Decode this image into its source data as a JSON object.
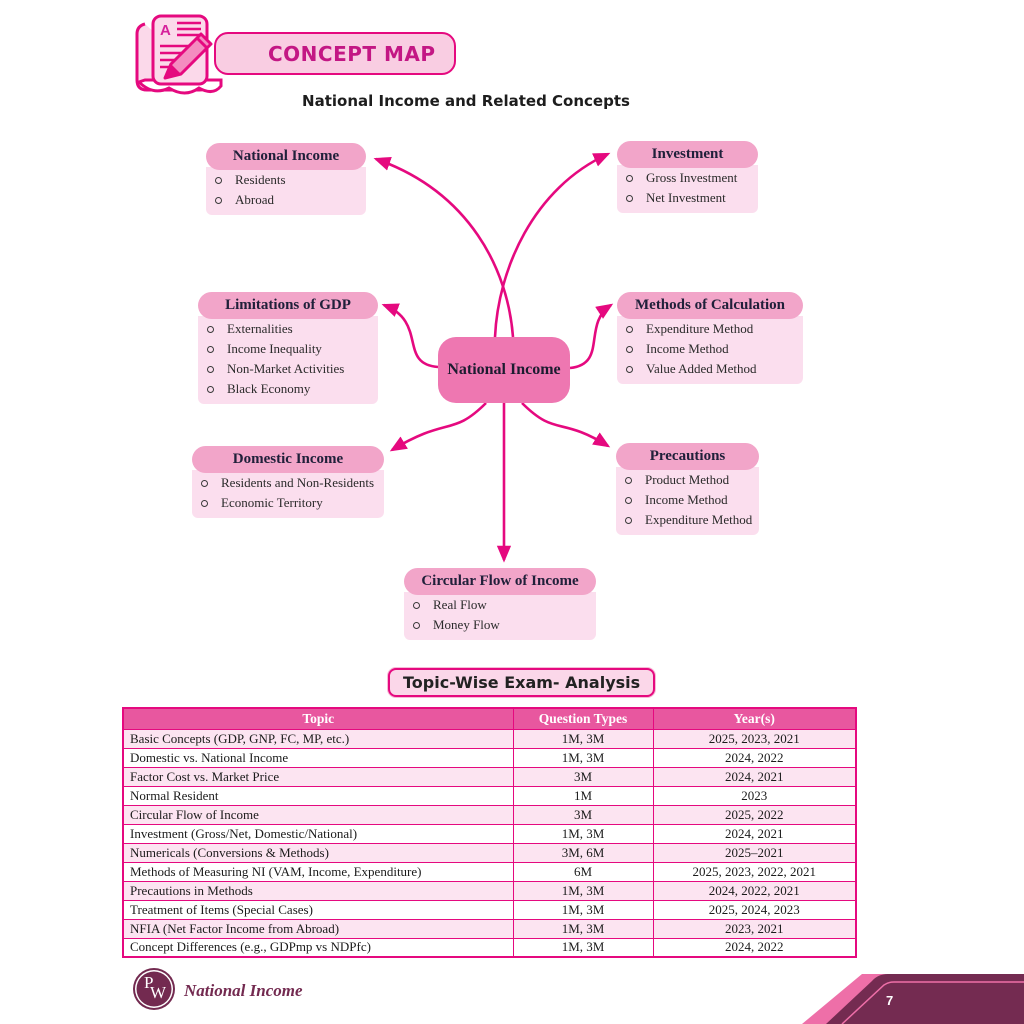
{
  "header": {
    "badge": "CONCEPT MAP",
    "subtitle": "National Income and Related Concepts"
  },
  "map": {
    "center": "National Income",
    "nodes": [
      {
        "title": "National Income",
        "items": [
          "Residents",
          "Abroad"
        ]
      },
      {
        "title": "Investment",
        "items": [
          "Gross Investment",
          "Net Investment"
        ]
      },
      {
        "title": "Limitations of GDP",
        "items": [
          "Externalities",
          "Income Inequality",
          "Non-Market Activities",
          "Black Economy"
        ]
      },
      {
        "title": "Methods of Calculation",
        "items": [
          "Expenditure Method",
          "Income Method",
          "Value Added Method"
        ]
      },
      {
        "title": "Domestic Income",
        "items": [
          "Residents and Non-Residents",
          "Economic Territory"
        ]
      },
      {
        "title": "Precautions",
        "items": [
          "Product Method",
          "Income Method",
          "Expenditure Method"
        ]
      },
      {
        "title": "Circular Flow of Income",
        "items": [
          "Real Flow",
          "Money Flow"
        ]
      }
    ]
  },
  "exam": {
    "heading": "Topic-Wise Exam- Analysis",
    "table": {
      "columns": [
        "Topic",
        "Question Types",
        "Year(s)"
      ],
      "rows": [
        [
          "Basic Concepts (GDP, GNP, FC, MP, etc.)",
          "1M, 3M",
          "2025, 2023, 2021"
        ],
        [
          "Domestic vs. National Income",
          "1M, 3M",
          "2024, 2022"
        ],
        [
          "Factor Cost vs. Market Price",
          "3M",
          "2024, 2021"
        ],
        [
          "Normal Resident",
          "1M",
          "2023"
        ],
        [
          "Circular Flow of Income",
          "3M",
          "2025, 2022"
        ],
        [
          "Investment (Gross/Net, Domestic/National)",
          "1M, 3M",
          "2024, 2021"
        ],
        [
          "Numericals (Conversions & Methods)",
          "3M, 6M",
          "2025–2021"
        ],
        [
          "Methods of Measuring NI (VAM, Income, Expenditure)",
          "6M",
          "2025, 2023, 2022, 2021"
        ],
        [
          "Precautions in Methods",
          "1M, 3M",
          "2024, 2022, 2021"
        ],
        [
          "Treatment of Items (Special Cases)",
          "1M, 3M",
          "2025, 2024, 2023"
        ],
        [
          "NFIA (Net Factor Income from Abroad)",
          "1M, 3M",
          "2023, 2021"
        ],
        [
          "Concept Differences (e.g., GDPmp vs NDPfc)",
          "1M, 3M",
          "2024, 2022"
        ]
      ]
    }
  },
  "footer": {
    "logo_p": "P",
    "logo_w": "W",
    "chapter": "National Income",
    "page": "7"
  },
  "colors": {
    "accent": "#e5097f",
    "node_header": "#f2a5c9",
    "node_body": "#fbdeee",
    "center_node": "#ee77b1",
    "table_header": "#e8579f",
    "row_alt": "#fce4f1",
    "footer_maroon": "#732a50"
  }
}
